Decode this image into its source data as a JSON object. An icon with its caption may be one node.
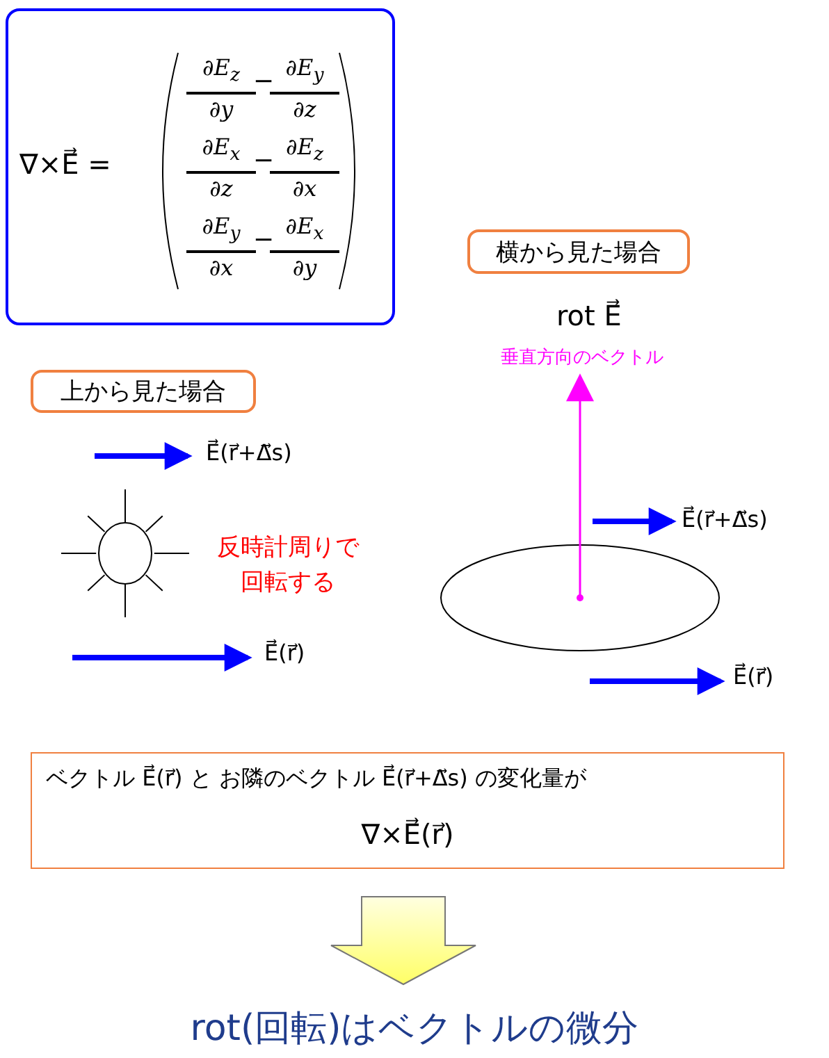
{
  "diagram": {
    "caption": "rot(回転)はベクトルの微分",
    "nodes": [
      {
        "text": [
          "∇×E⃗ =",
          "∂E$_{z}$",
          "∂y",
          "−",
          "∂E$_{y}$",
          "∂z",
          "∂E$_{x}$",
          "∂z",
          "−",
          "∂E$_{z}$",
          "∂x",
          "∂E$_{y}$",
          "∂x",
          "−",
          "∂E$_{x}$",
          "∂y"
        ]
      },
      {
        "text": [
          "横から見た場合"
        ]
      },
      {
        "text": [
          "上から見た場合"
        ]
      },
      {
        "text": [
          "ベクトル E⃗(r⃗) と お隣のベクトル E⃗(r⃗+Δ⃗s) の変化量が",
          "∇×E⃗(r⃗)"
        ]
      }
    ],
    "labels": [
      "rot E⃗",
      "垂直方向のベクトル",
      "E⃗(r⃗+Δ⃗s)",
      "E⃗(r⃗+Δ⃗s)",
      "反時計周りで回転する",
      "E⃗(r⃗)",
      "E⃗(r⃗)"
    ]
  }
}
